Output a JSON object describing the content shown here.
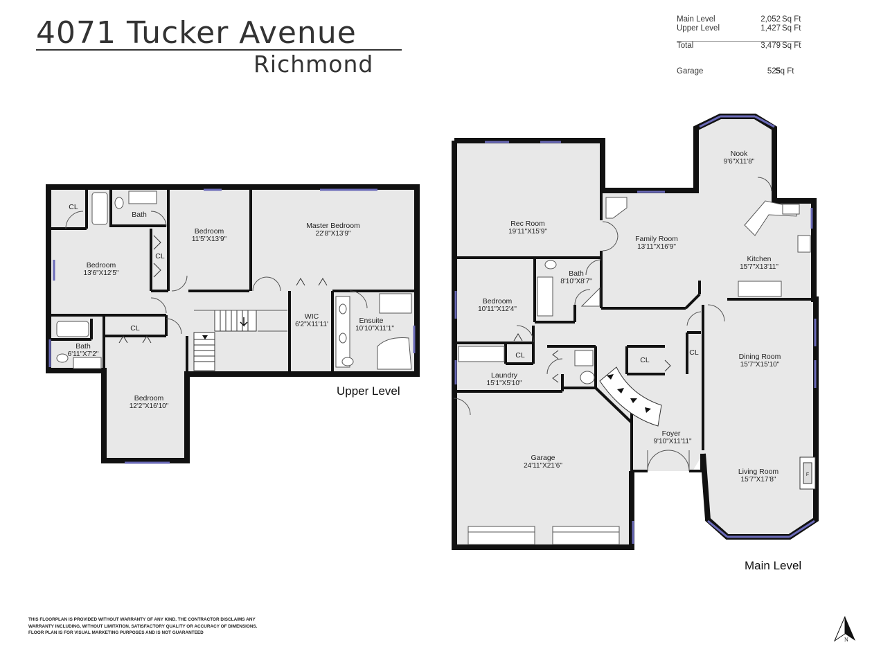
{
  "title": "4071 Tucker Avenue",
  "subtitle": "Richmond",
  "areas": [
    {
      "label": "Main Level",
      "value": "2,052",
      "unit": "Sq Ft"
    },
    {
      "label": "Upper Level",
      "value": "1,427",
      "unit": "Sq Ft"
    },
    {
      "label": "Total",
      "value": "3,479",
      "unit": "Sq Ft"
    },
    {
      "label": "Garage",
      "value": "525",
      "unit": "Sq Ft"
    }
  ],
  "upper_level_label": "Upper Level",
  "main_level_label": "Main Level",
  "disclaimer": "THIS FLOORPLAN IS PROVIDED WITHOUT WARRANTY OF ANY KIND. THE CONTRACTOR DISCLAIMS ANY\nWARRANTY INCLUDING, WITHOUT LIMITATION, SATISFACTORY QUALITY OR ACCURACY OF DIMENSIONS.\nFLOOR PLAN IS FOR VISUAL MARKETING PURPOSES AND IS NOT GUARANTEED",
  "compass": "N",
  "upper_rooms": {
    "cl1": "CL",
    "bath1": "Bath",
    "bedroom2": {
      "name": "Bedroom",
      "dim": "11'5\"X13'9\""
    },
    "master": {
      "name": "Master Bedroom",
      "dim": "22'8\"X13'9\""
    },
    "bedroom1": {
      "name": "Bedroom",
      "dim": "13'6\"X12'5\""
    },
    "cl2": "CL",
    "wic": {
      "name": "WIC",
      "dim": "6'2\"X11'11'"
    },
    "ensuite": {
      "name": "Ensuite",
      "dim": "10'10\"X11'1\""
    },
    "cl3": "CL",
    "bath2": {
      "name": "Bath",
      "dim": "6'11\"X7'2\""
    },
    "bedroom3": {
      "name": "Bedroom",
      "dim": "12'2\"X16'10\""
    }
  },
  "main_rooms": {
    "nook": {
      "name": "Nook",
      "dim": "9'6\"X11'8\""
    },
    "rec": {
      "name": "Rec Room",
      "dim": "19'11\"X15'9\""
    },
    "family": {
      "name": "Family Room",
      "dim": "13'11\"X16'9\""
    },
    "kitchen": {
      "name": "Kitchen",
      "dim": "15'7\"X13'11\""
    },
    "bath": {
      "name": "Bath",
      "dim": "8'10\"X8'7\""
    },
    "bedroom": {
      "name": "Bedroom",
      "dim": "10'11\"X12'4\""
    },
    "dining": {
      "name": "Dining Room",
      "dim": "15'7\"X15'10\""
    },
    "cl1": "CL",
    "cl2": "CL",
    "cl3": "CL",
    "laundry": {
      "name": "Laundry",
      "dim": "15'1\"X5'10\""
    },
    "foyer": {
      "name": "Foyer",
      "dim": "9'10\"X11'11\""
    },
    "garage": {
      "name": "Garage",
      "dim": "24'11\"X21'6\""
    },
    "living": {
      "name": "Living Room",
      "dim": "15'7\"X17'8\""
    },
    "fireplace": "F"
  }
}
